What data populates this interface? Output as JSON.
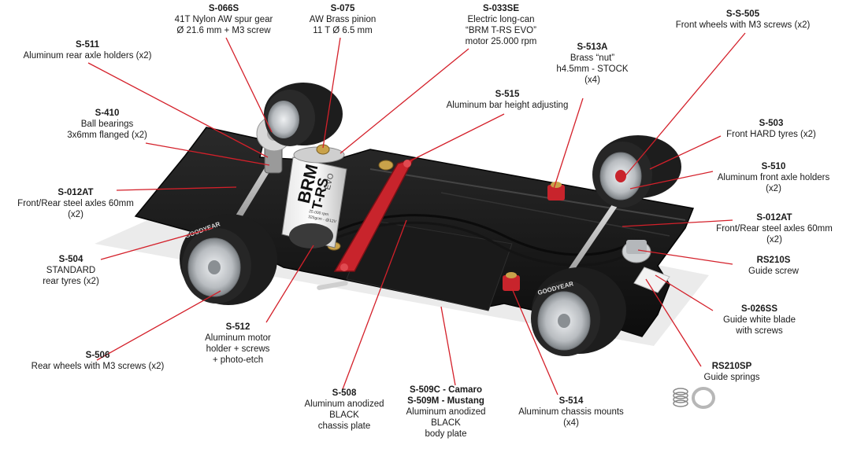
{
  "parts": [
    {
      "id": "s066s",
      "code": "S-066S",
      "desc": "41T Nylon AW spur gear\nØ 21.6 mm + M3 screw"
    },
    {
      "id": "s075",
      "code": "S-075",
      "desc": "AW Brass pinion\n11 T Ø 6.5 mm"
    },
    {
      "id": "s033se",
      "code": "S-033SE",
      "desc": "Electric long-can\n“BRM T-RS EVO”\nmotor 25.000 rpm"
    },
    {
      "id": "ss505",
      "code": "S-S-505",
      "desc": "Front wheels with M3 screws (x2)"
    },
    {
      "id": "s511",
      "code": "S-511",
      "desc": "Aluminum rear axle holders (x2)"
    },
    {
      "id": "s513a",
      "code": "S-513A",
      "desc": "Brass “nut”\nh4.5mm - STOCK\n(x4)"
    },
    {
      "id": "s515",
      "code": "S-515",
      "desc": "Aluminum bar height adjusting"
    },
    {
      "id": "s410",
      "code": "S-410",
      "desc": "Ball bearings\n3x6mm flanged (x2)"
    },
    {
      "id": "s503",
      "code": "S-503",
      "desc": "Front HARD tyres (x2)"
    },
    {
      "id": "s510",
      "code": "S-510",
      "desc": "Aluminum front axle holders\n(x2)"
    },
    {
      "id": "s012at_l",
      "code": "S-012AT",
      "desc": "Front/Rear steel axles 60mm\n(x2)"
    },
    {
      "id": "s012at_r",
      "code": "S-012AT",
      "desc": "Front/Rear steel axles 60mm\n(x2)"
    },
    {
      "id": "rs210s",
      "code": "RS210S",
      "desc": "Guide screw"
    },
    {
      "id": "s504",
      "code": "S-504",
      "desc": "STANDARD\nrear tyres (x2)"
    },
    {
      "id": "s026ss",
      "code": "S-026SS",
      "desc": "Guide white blade\nwith screws"
    },
    {
      "id": "s512",
      "code": "S-512",
      "desc": "Aluminum motor\nholder + screws\n+ photo-etch"
    },
    {
      "id": "s506",
      "code": "S-506",
      "desc": "Rear wheels with M3 screws (x2)"
    },
    {
      "id": "rs210sp",
      "code": "RS210SP",
      "desc": "Guide springs"
    },
    {
      "id": "s508",
      "code": "S-508",
      "desc": "Aluminum anodized\nBLACK\nchassis plate"
    },
    {
      "id": "s509",
      "code": "S-509C - Camaro",
      "code2": "S-509M - Mustang",
      "desc": "Aluminum anodized\nBLACK\nbody plate"
    },
    {
      "id": "s514",
      "code": "S-514",
      "desc": "Aluminum chassis mounts\n(x4)"
    }
  ],
  "motor_text": {
    "brand": "BRM",
    "model": "T-RS",
    "variant": "EVO",
    "spec_rpm": "25.000 rpm",
    "spec_line": "325gcm - @12V"
  },
  "tyre_text": "GOODYEAR",
  "colors": {
    "leader": "#d4202a",
    "chassis": "#161616",
    "anodized_red": "#c8242c",
    "brass": "#c9a24a",
    "tyre": "#1d1d1d",
    "rim": "#bfc3c7"
  }
}
